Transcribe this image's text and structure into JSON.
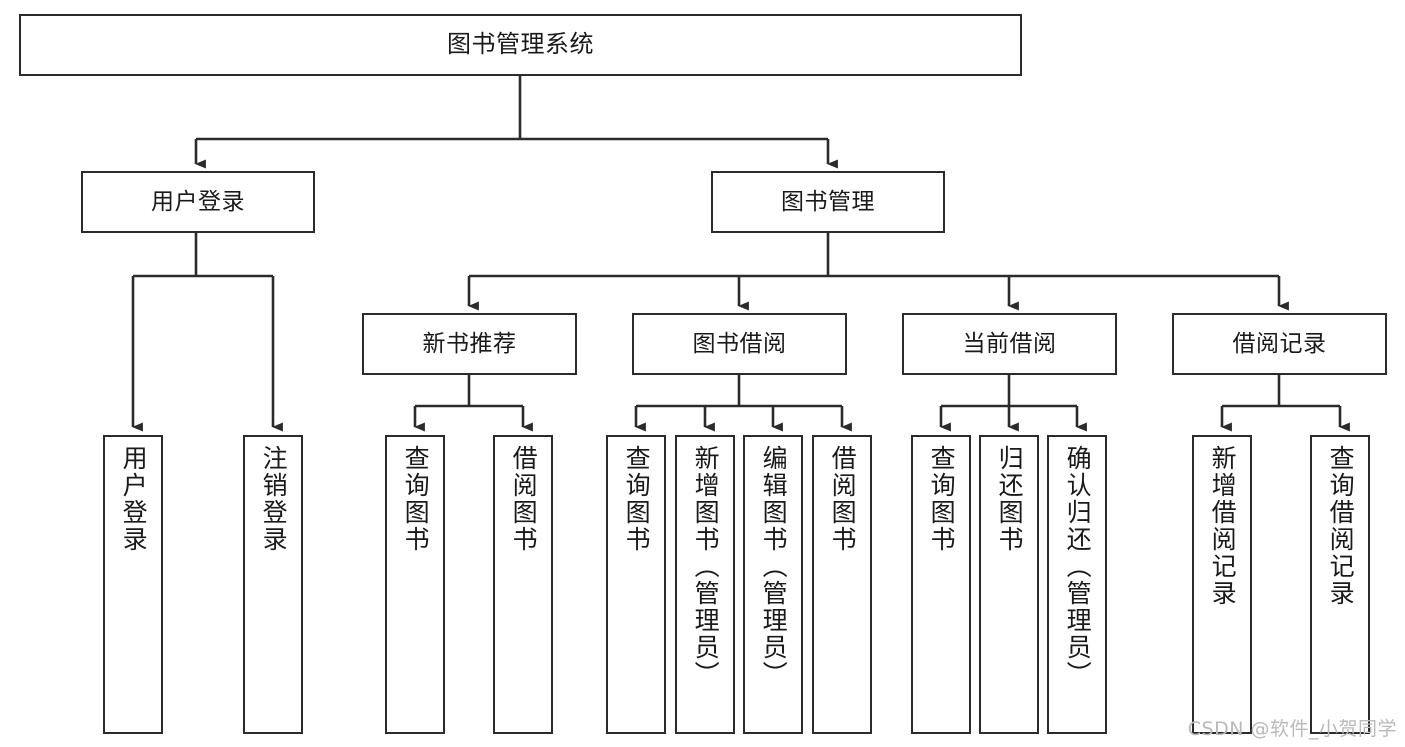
{
  "diagram": {
    "type": "tree-hierarchy",
    "title": "图书管理系统",
    "watermark": "CSDN @软件_小贺同学",
    "colors": {
      "stroke": "#2b2b2b",
      "fill": "#ffffff",
      "text": "#1a1a1a",
      "watermark": "#b9b9b9"
    },
    "nodes": {
      "root": {
        "label": "图书管理系统"
      },
      "level2": [
        {
          "label": "用户登录"
        },
        {
          "label": "图书管理"
        }
      ],
      "level3": [
        {
          "label": "新书推荐"
        },
        {
          "label": "图书借阅"
        },
        {
          "label": "当前借阅"
        },
        {
          "label": "借阅记录"
        }
      ],
      "leaves": {
        "user_login": [
          {
            "label": "用户登录"
          },
          {
            "label": "注销登录"
          }
        ],
        "new_book": [
          {
            "label": "查询图书"
          },
          {
            "label": "借阅图书"
          }
        ],
        "borrow_book": [
          {
            "label": "查询图书"
          },
          {
            "label": "新增图书（管理员）"
          },
          {
            "label": "编辑图书（管理员）"
          },
          {
            "label": "借阅图书"
          }
        ],
        "current_borrow": [
          {
            "label": "查询图书"
          },
          {
            "label": "归还图书"
          },
          {
            "label": "确认归还（管理员）"
          }
        ],
        "borrow_record": [
          {
            "label": "新增借阅记录"
          },
          {
            "label": "查询借阅记录"
          }
        ]
      }
    }
  }
}
